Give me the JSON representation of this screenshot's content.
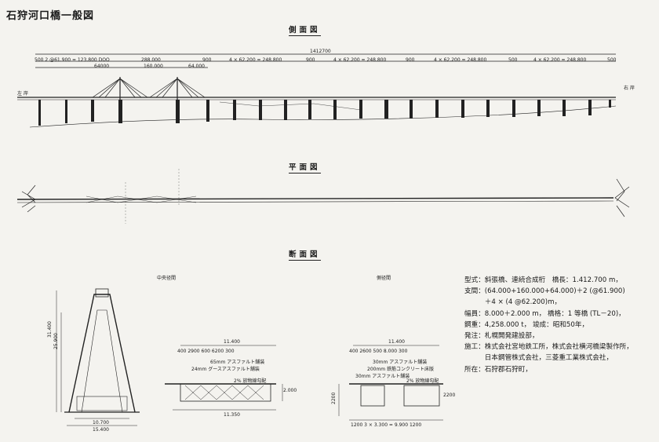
{
  "title": "石狩河口橋一般図",
  "sections": {
    "side": "側面図",
    "plan": "平面図",
    "cross": "断面図"
  },
  "cross_subtitles": {
    "center": "中央径間",
    "side": "側径間"
  },
  "side_view_dims": {
    "total": "1412700",
    "seg_left": "500 2 @61.900 = 123.800 DOO",
    "seg_288": "288.000",
    "seg_64a": "64000",
    "seg_160": "160.000",
    "seg_64b": "64.000",
    "span1": "4 × 62.200 = 248.800",
    "span2": "4 × 62.200 = 248.800",
    "span3": "4 × 62.200 = 248.800",
    "span4": "4 × 62.200 = 248.800",
    "d900a": "900",
    "d900b": "900",
    "d900c": "900",
    "d500": "500",
    "d500b": "500",
    "left_bank": "左 岸",
    "right_bank": "右 岸"
  },
  "tower": {
    "h1": "31.400",
    "h2": "25.900",
    "w1": "10.700",
    "w2": "15.400"
  },
  "center_section": {
    "width_top": "11.400",
    "subdims": "400 2900 600      6200      300",
    "note1": "65mm アスファルト舗装",
    "note2": "24mm グースアスファルト舗装",
    "slope": "2% 放物線勾配",
    "height": "2.000",
    "width_bottom": "11.350"
  },
  "side_section": {
    "width_top": "11.400",
    "subdims": "400 2600 500      8.000      300",
    "note1": "30mm アスファルト舗装",
    "note2": "200mm 鉄筋コンクリート床版",
    "note3": "30mm アスファルト舗装",
    "slope": "2% 放物線勾配",
    "height_l": "2200",
    "height_r": "2200",
    "bottom": "1200   3 × 3.300 = 9.900   1200"
  },
  "spec_lines": [
    "型式：斜張橋、連続合成桁　橋長：1.412.700 m，",
    "支間：(64.000+160.000+64.000)＋2 (@61.900)",
    "　　　＋4 × (4 @62.200)m，",
    "幅員：8.000＋2.000 m，  橋格：1 等橋 (TL－20)，",
    "鋼重：4,258.000 t，  竣成：昭和50年，",
    "発注：札幌開発建設部，",
    "施工：株式会社宮地鉄工所，株式会社横河橋梁製作所，",
    "　　　日本鋼管株式会社，三菱重工業株式会社，",
    "所在：石狩郡石狩町，"
  ]
}
